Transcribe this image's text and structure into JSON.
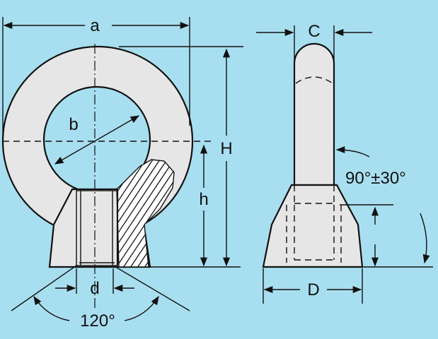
{
  "colors": {
    "background": "#a8dff0",
    "part_fill": "#e6e6e6",
    "line": "#111111"
  },
  "labels": {
    "a": "a",
    "b": "b",
    "C": "C",
    "H": "H",
    "h": "h",
    "d": "d",
    "D": "D",
    "angle_thread": "120°",
    "angle_side": "90°±30°"
  }
}
